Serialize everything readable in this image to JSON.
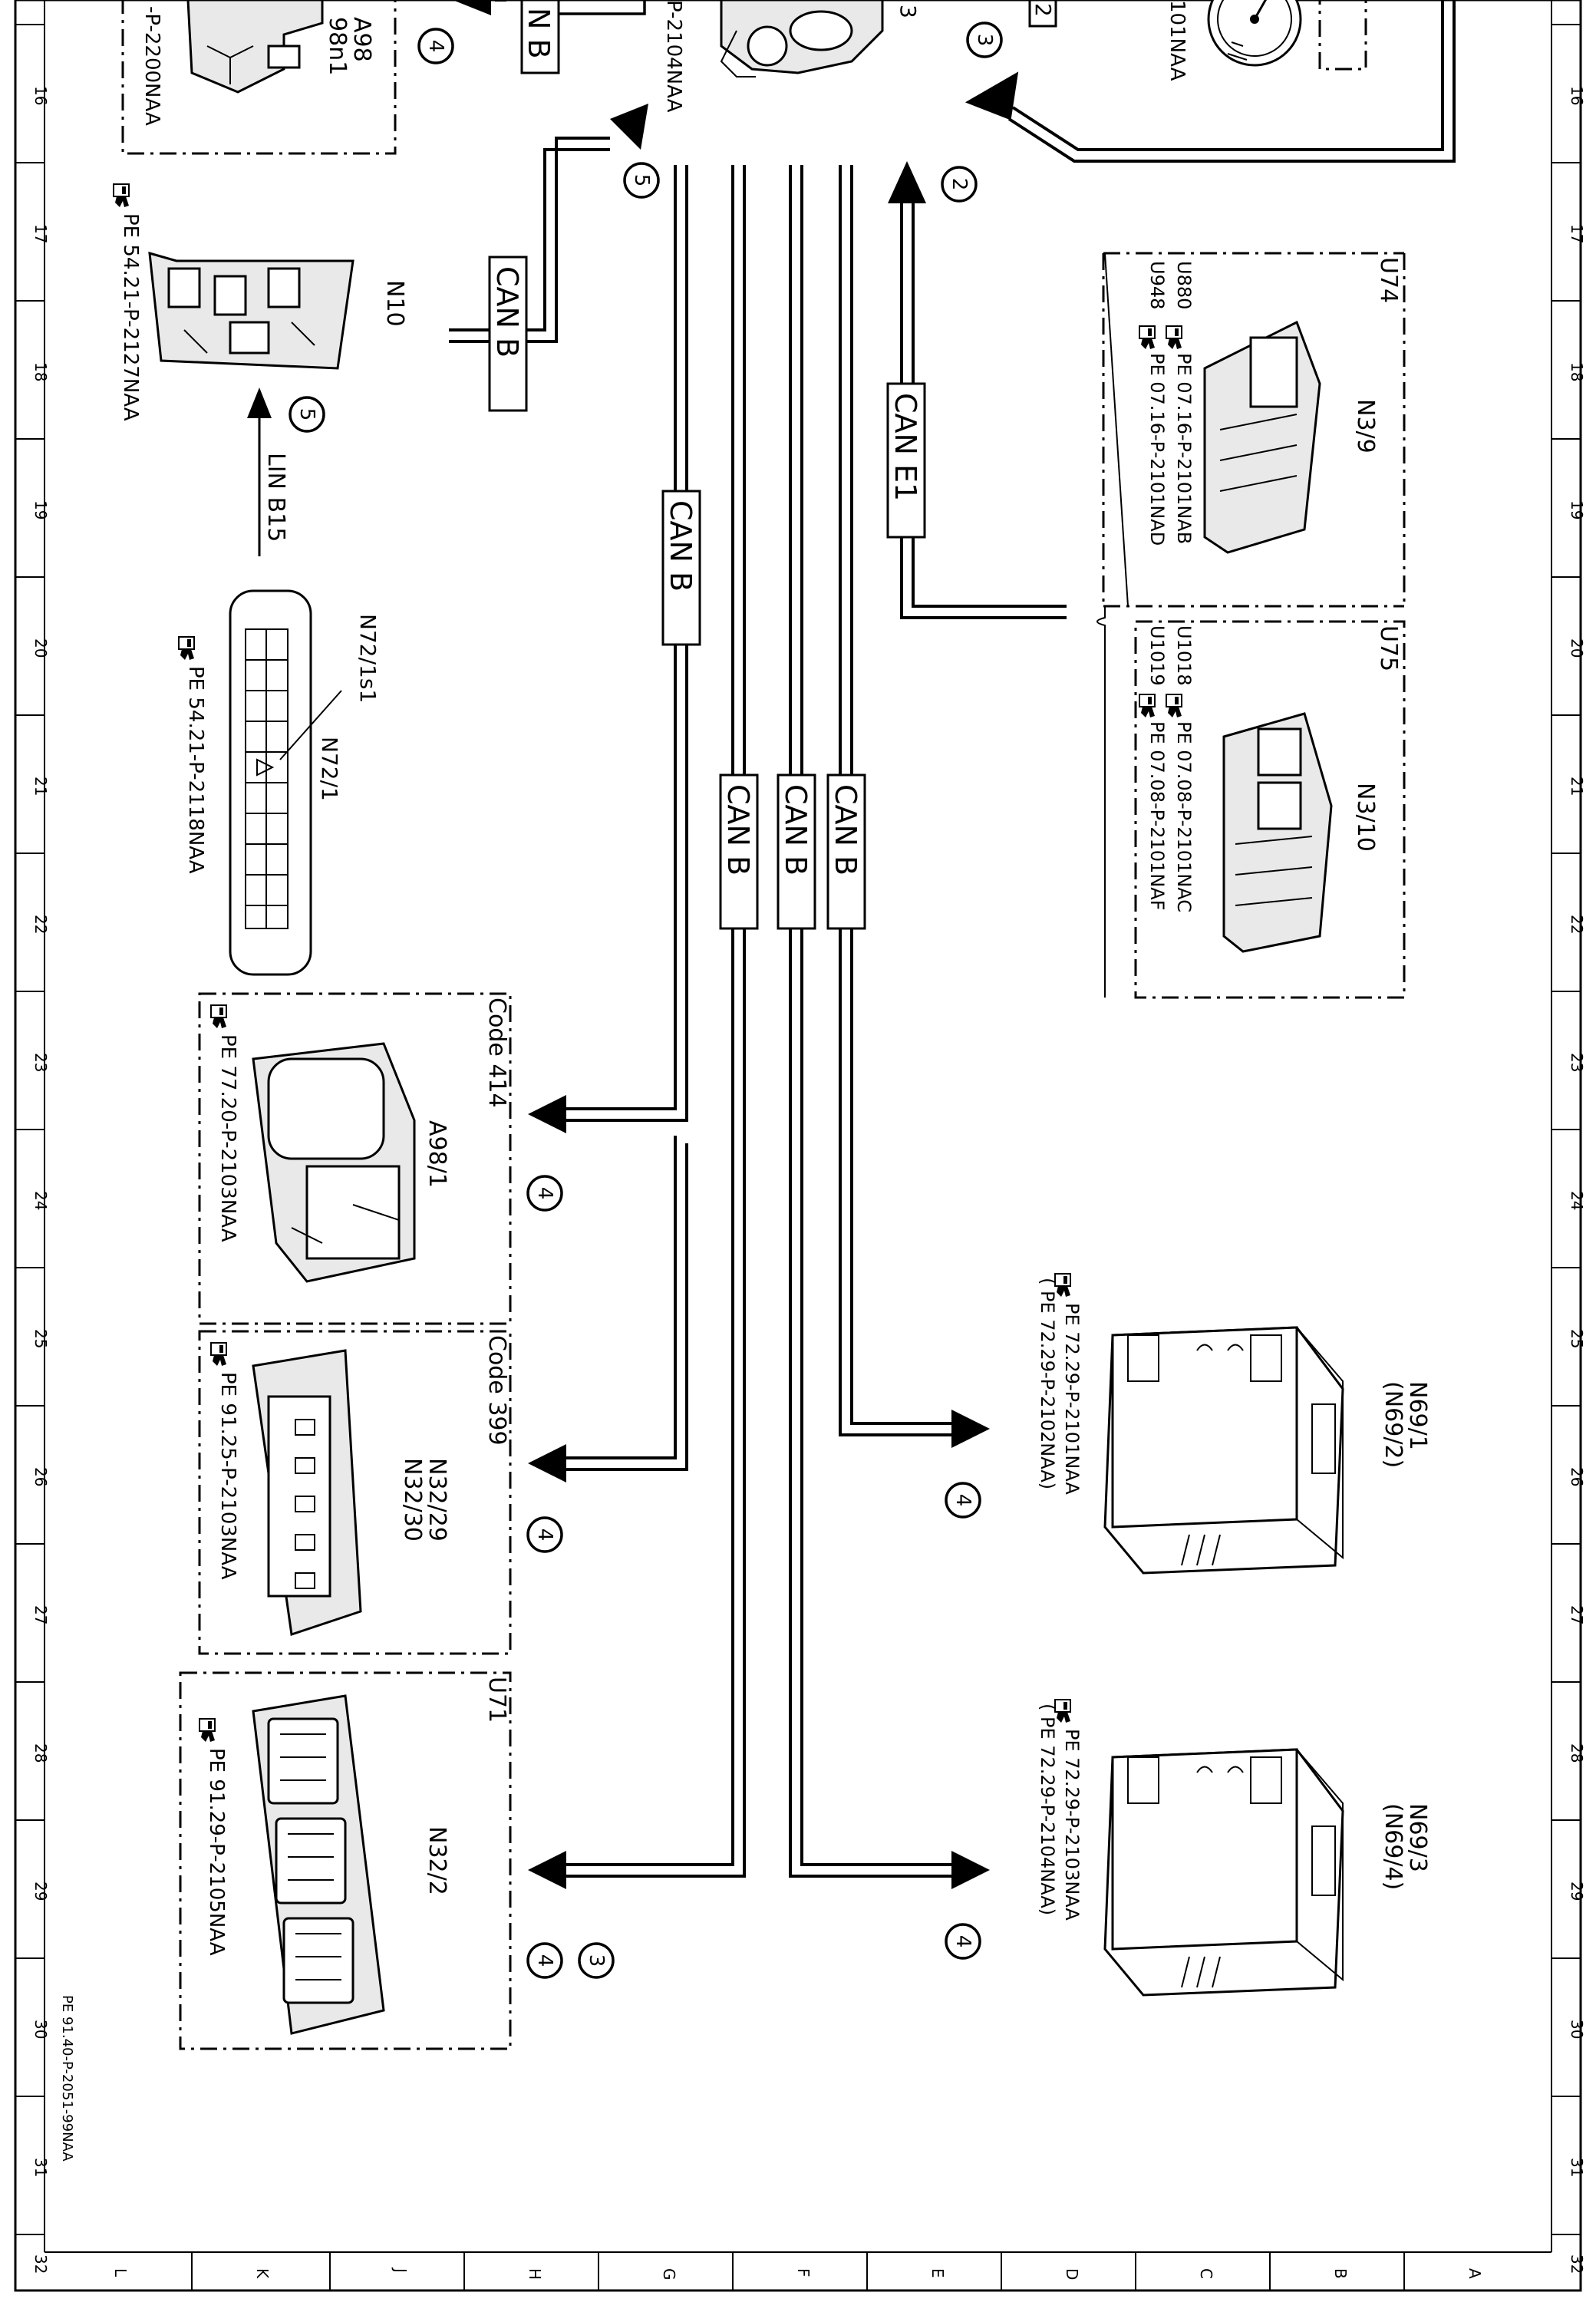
{
  "sheet": {
    "doc_number": "PE 91.40-P-2051-99NAA",
    "grid_numbers": [
      "16",
      "17",
      "18",
      "19",
      "20",
      "21",
      "22",
      "23",
      "24",
      "25",
      "26",
      "27",
      "28",
      "29",
      "30",
      "31",
      "32"
    ],
    "grid_letters": [
      "L",
      "K",
      "J",
      "H",
      "G",
      "F",
      "E",
      "D",
      "C",
      "B",
      "A"
    ]
  },
  "top_fragments": {
    "a98_code": "A98",
    "a98n1_code": "98n1",
    "a98_ref": "-P-2200NAA",
    "center_ref": "P-2104NAA",
    "center_num": "3",
    "box_num": "2",
    "gauge_ref": "101NAA",
    "bus_top": "N B"
  },
  "modules": {
    "n10": {
      "code": "N10",
      "ref": "PE 54.21-P-2127NAA"
    },
    "n72": {
      "code_switch": "N72/1s1",
      "code": "N72/1",
      "ref": "PE 54.21-P-2118NAA"
    },
    "u74": {
      "variant": "U74",
      "code": "N3/9",
      "ref1_variant": "U880",
      "ref1": "PE 07.16-P-2101NAB",
      "ref2_variant": "U948",
      "ref2": "PE 07.16-P-2101NAD"
    },
    "u75": {
      "variant": "U75",
      "code": "N3/10",
      "ref1_variant": "U1018",
      "ref1": "PE 07.08-P-2101NAC",
      "ref2_variant": "U1019",
      "ref2": "PE 07.08-P-2101NAF"
    },
    "a98_1": {
      "code_opt": "Code 414",
      "code": "A98/1",
      "ref": "PE 77.20-P-2103NAA"
    },
    "n32_29": {
      "code_opt": "Code 399",
      "code1": "N32/29",
      "code2": "N32/30",
      "ref": "PE 91.25-P-2103NAA"
    },
    "n32_2": {
      "variant": "U71",
      "code": "N32/2",
      "ref": "PE 91.29-P-2105NAA"
    },
    "n69_1": {
      "code1": "N69/1",
      "code2": "(N69/2)",
      "ref1": "PE 72.29-P-2101NAA",
      "ref2": "( PE 72.29-P-2102NAA)"
    },
    "n69_3": {
      "code1": "N69/3",
      "code2": "(N69/4)",
      "ref1": "PE 72.29-P-2103NAA",
      "ref2": "( PE 72.29-P-2104NAA)"
    }
  },
  "buses": {
    "can_b": "CAN B",
    "can_e1": "CAN E1",
    "lin_b15": "LIN B15"
  },
  "markers": {
    "m2": "2",
    "m3": "3",
    "m4": "4",
    "m5": "5"
  }
}
